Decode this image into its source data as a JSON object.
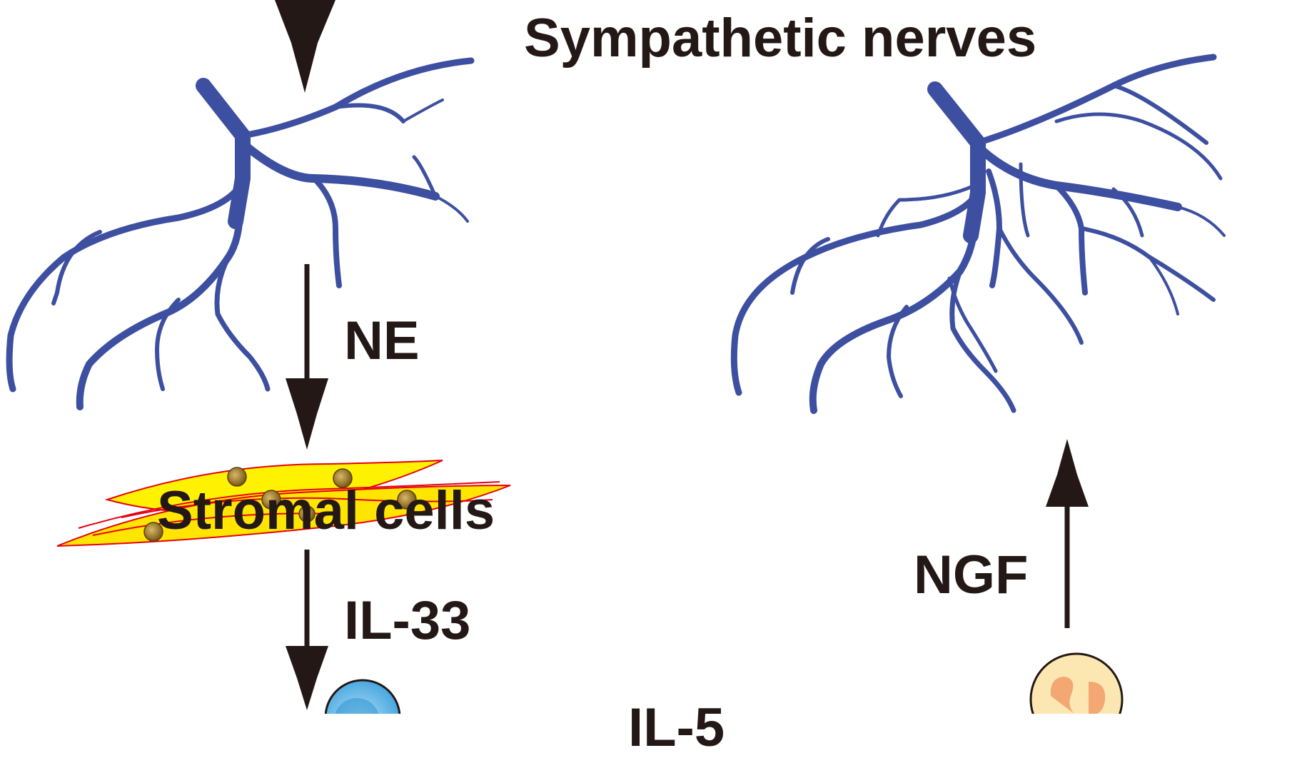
{
  "labels": {
    "title": "Sympathetic nerves",
    "ne": "NE",
    "stromal_cells": "Stromal cells",
    "il33": "IL-33",
    "ngf": "NGF",
    "il5": "IL-5"
  },
  "colors": {
    "nerve": "#3D4FA0",
    "text_arrow": "#231815",
    "stromal_fill": "#FFF200",
    "stromal_outline": "#E60012",
    "granule": "#9C7A2C",
    "lymphocyte": "#5BB5E6",
    "eosinophil_fill": "#FCE7B2",
    "eosinophil_nucleus": "#F3A772"
  },
  "icons": {
    "nerve": "sympathetic-nerve-icon",
    "stromal": "stromal-cell-icon",
    "ilc2": "ilc2-cell-icon",
    "eosinophil": "eosinophil-cell-icon"
  }
}
